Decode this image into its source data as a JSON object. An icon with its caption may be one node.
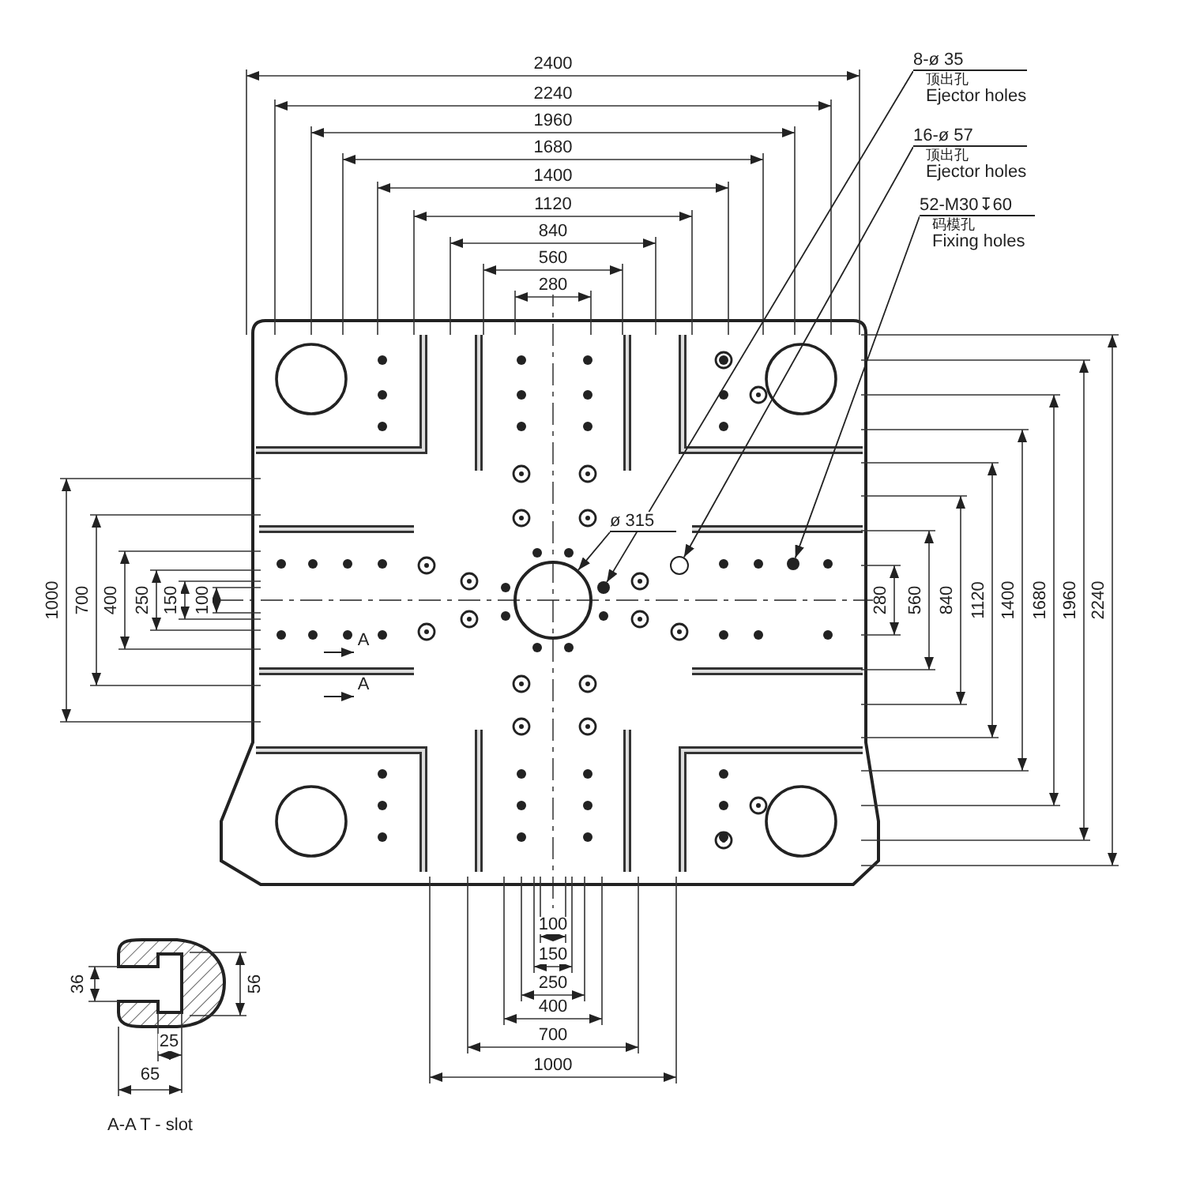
{
  "diagram": {
    "nodes": [
      {
        "text": [
          "8-ø 35",
          "顶出孔",
          "Ejector holes"
        ]
      },
      {
        "text": [
          "16-ø 57",
          "顶出孔",
          "Ejector holes"
        ]
      },
      {
        "text": [
          "52-M30↧60",
          "码模孔",
          "Fixing holes"
        ]
      },
      {
        "text": [
          "ø 315"
        ]
      },
      {
        "text": [],
        "shape": "circle"
      },
      {
        "text": [],
        "shape": "circle"
      },
      {
        "text": [],
        "shape": "circle"
      },
      {
        "text": [],
        "shape": "circle"
      }
    ],
    "edges": [
      {
        "from": 0,
        "to": 4,
        "arrow": "to"
      },
      {
        "from": 1,
        "to": 5,
        "arrow": "to"
      },
      {
        "from": 2,
        "to": 6,
        "arrow": "to"
      },
      {
        "from": 3,
        "to": 7,
        "arrow": "to"
      }
    ],
    "labels": [
      "2400",
      "2240",
      "1960",
      "1680",
      "1400",
      "1120",
      "840",
      "560",
      "280",
      "1000",
      "700",
      "400",
      "250",
      "150",
      "100",
      "A",
      "A",
      "280",
      "560",
      "840",
      "1120",
      "1400",
      "1680",
      "1960",
      "2240",
      "100",
      "150",
      "250",
      "400",
      "700",
      "1000",
      "36",
      "56",
      "25",
      "65",
      "A-A T - slot"
    ]
  }
}
